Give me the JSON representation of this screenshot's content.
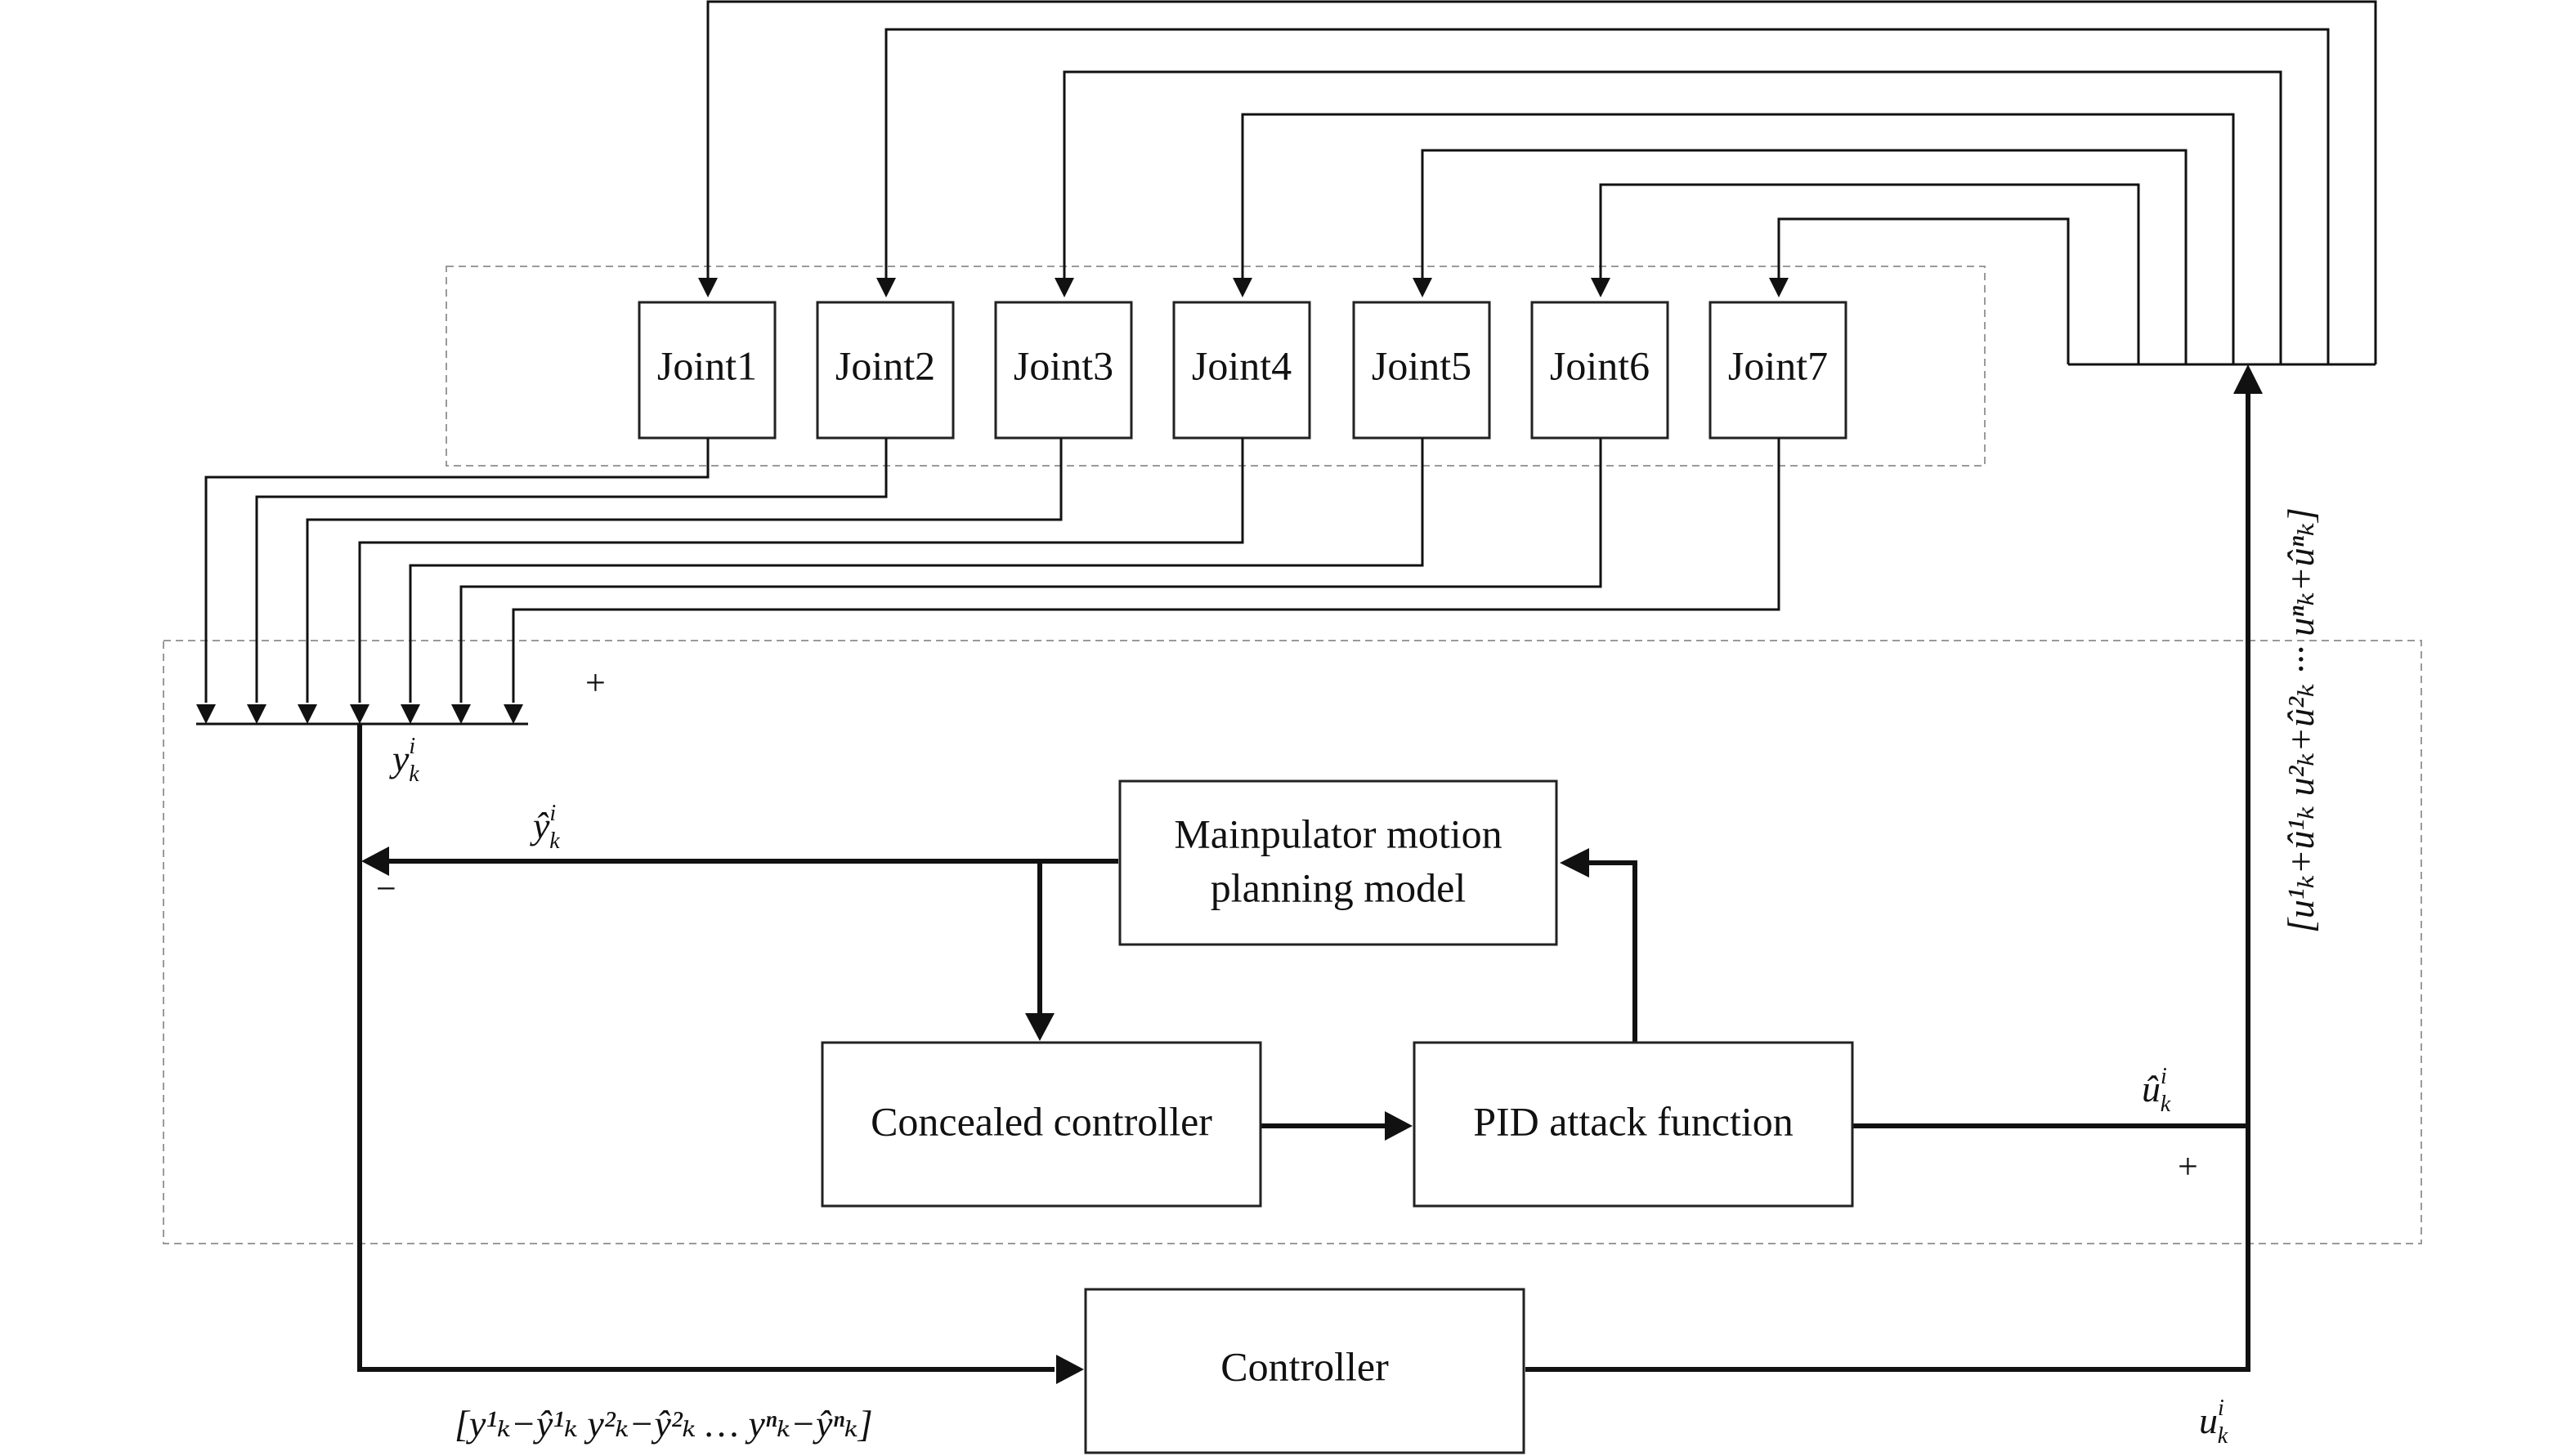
{
  "joints": [
    "Joint1",
    "Joint2",
    "Joint3",
    "Joint4",
    "Joint5",
    "Joint6",
    "Joint7"
  ],
  "blocks": {
    "planning_model": [
      "Mainpulator motion",
      "planning model"
    ],
    "concealed_controller": "Concealed controller",
    "pid_attack": "PID attack function",
    "controller": "Controller"
  },
  "signals": {
    "y": "y",
    "y_sup": "i",
    "y_sub": "k",
    "y_hat": "ŷ",
    "y_hat_sup": "i",
    "y_hat_sub": "k",
    "u_hat": "û",
    "u_hat_sup": "i",
    "u_hat_sub": "k",
    "u": "u",
    "u_sup": "i",
    "u_sub": "k",
    "error_vector": "[y¹ₖ−ŷ¹ₖ  y²ₖ−ŷ²ₖ … yⁿₖ−ŷⁿₖ]",
    "control_vector": "[u¹ₖ+û¹ₖ  u²ₖ+û²ₖ ··· uⁿₖ+ûⁿₖ]"
  },
  "signs": {
    "plus_top": "+",
    "minus": "−",
    "plus_right": "+"
  }
}
